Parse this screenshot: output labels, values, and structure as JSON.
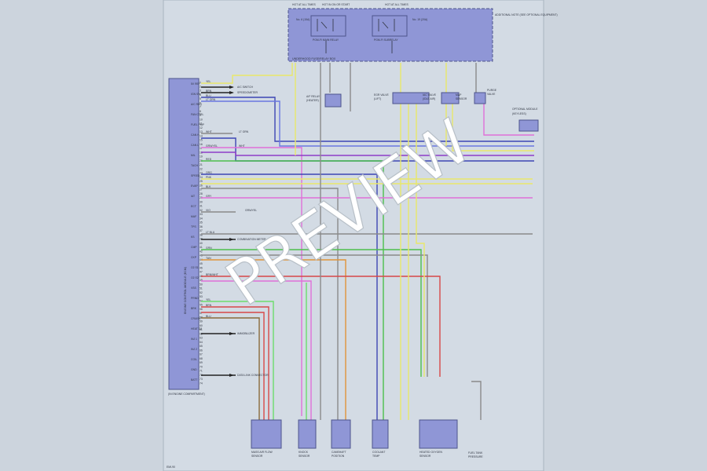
{
  "ecm": {
    "title": "ENGINE CONTROL MODULE (ECM)",
    "location": "(IN ENGINE COMPARTMENT)"
  },
  "ecm_pins": [
    "1",
    "2",
    "3",
    "4",
    "5",
    "6",
    "7",
    "8",
    "9",
    "10",
    "11",
    "12",
    "13",
    "14",
    "15",
    "16",
    "17",
    "18",
    "19",
    "20",
    "21",
    "22",
    "23",
    "24",
    "25",
    "26",
    "27",
    "28",
    "29",
    "30",
    "31",
    "32",
    "33",
    "34",
    "35",
    "36",
    "37",
    "38",
    "39",
    "40",
    "41",
    "42",
    "43",
    "44",
    "45",
    "46",
    "47",
    "48",
    "49",
    "50",
    "51",
    "52",
    "53",
    "54",
    "55",
    "56",
    "57",
    "58",
    "59",
    "60",
    "61",
    "62",
    "63",
    "64",
    "65",
    "66",
    "67",
    "68",
    "69",
    "70",
    "71",
    "72",
    "73",
    "74"
  ],
  "ecm_labels": [
    "5V REF",
    "IGN SW",
    "A/C REQ",
    "FAN CTRL",
    "FUEL PMP",
    "CAN H",
    "CAN L",
    "MIL",
    "TACH",
    "SPEED",
    "EVAP",
    "IAT",
    "ECT",
    "MAF",
    "TPS",
    "KS",
    "CMP",
    "CKP",
    "O2 S1",
    "O2 S2",
    "VSS",
    "PRND",
    "BRK",
    "CRUISE",
    "HEAT O2",
    "INJ 1",
    "INJ 2",
    "COIL",
    "GND",
    "BATT"
  ],
  "fuse_block": {
    "title": "UNDERHOOD FUSE/RELAY BOX",
    "hot_labels": [
      "HOT AT ALL TIMES",
      "HOT IN ON OR START",
      "HOT AT ALL TIMES"
    ],
    "relays": [
      "PGM-FI MAIN RELAY",
      "PGM-FI SUBRELAY"
    ],
    "fuse_labels": [
      "No. 6 (15A)",
      "No. 19 (20A)"
    ],
    "note": "ADDITIONAL NOTE (SEE OPTIONAL EQUIPMENT)"
  },
  "wire_colors": [
    "YEL",
    "BRN",
    "BLU",
    "LT GRN",
    "WHT",
    "GRN/YEL",
    "RED",
    "ORG",
    "PNK",
    "BLK",
    "GRY",
    "VIO",
    "LT BLU",
    "GRN",
    "TAN",
    "BRN/WHT"
  ],
  "arrow_targets": [
    "A/C SWITCH",
    "SPEEDOMETER",
    "COMBINATION METER",
    "IMMOBILIZER",
    "DATA LINK CONNECTOR"
  ],
  "upper_components": [
    {
      "name": "A/F RELAY",
      "sub": "(HEATER)"
    },
    {
      "name": "EGR VALVE",
      "sub": "(LIFT)"
    },
    {
      "name": "IAC VALVE",
      "sub": "(IDLE AIR)"
    },
    {
      "name": "MAP",
      "sub": "SENSOR"
    },
    {
      "name": "PURGE",
      "sub": "VALVE"
    }
  ],
  "right_module": {
    "name": "OPTIONAL MODULE",
    "sub": "(KEYLESS)"
  },
  "bottom_components": [
    {
      "name": "MASS AIR FLOW",
      "sub": "SENSOR"
    },
    {
      "name": "KNOCK",
      "sub": "SENSOR"
    },
    {
      "name": "CAMSHAFT",
      "sub": "POSITION"
    },
    {
      "name": "COOLANT",
      "sub": "TEMP"
    },
    {
      "name": "HEATED OXYGEN",
      "sub": "SENSOR"
    },
    {
      "name": "FUEL TANK",
      "sub": "PRESSURE"
    }
  ],
  "page_no": "EMI-90",
  "watermark": "PREVIEW"
}
